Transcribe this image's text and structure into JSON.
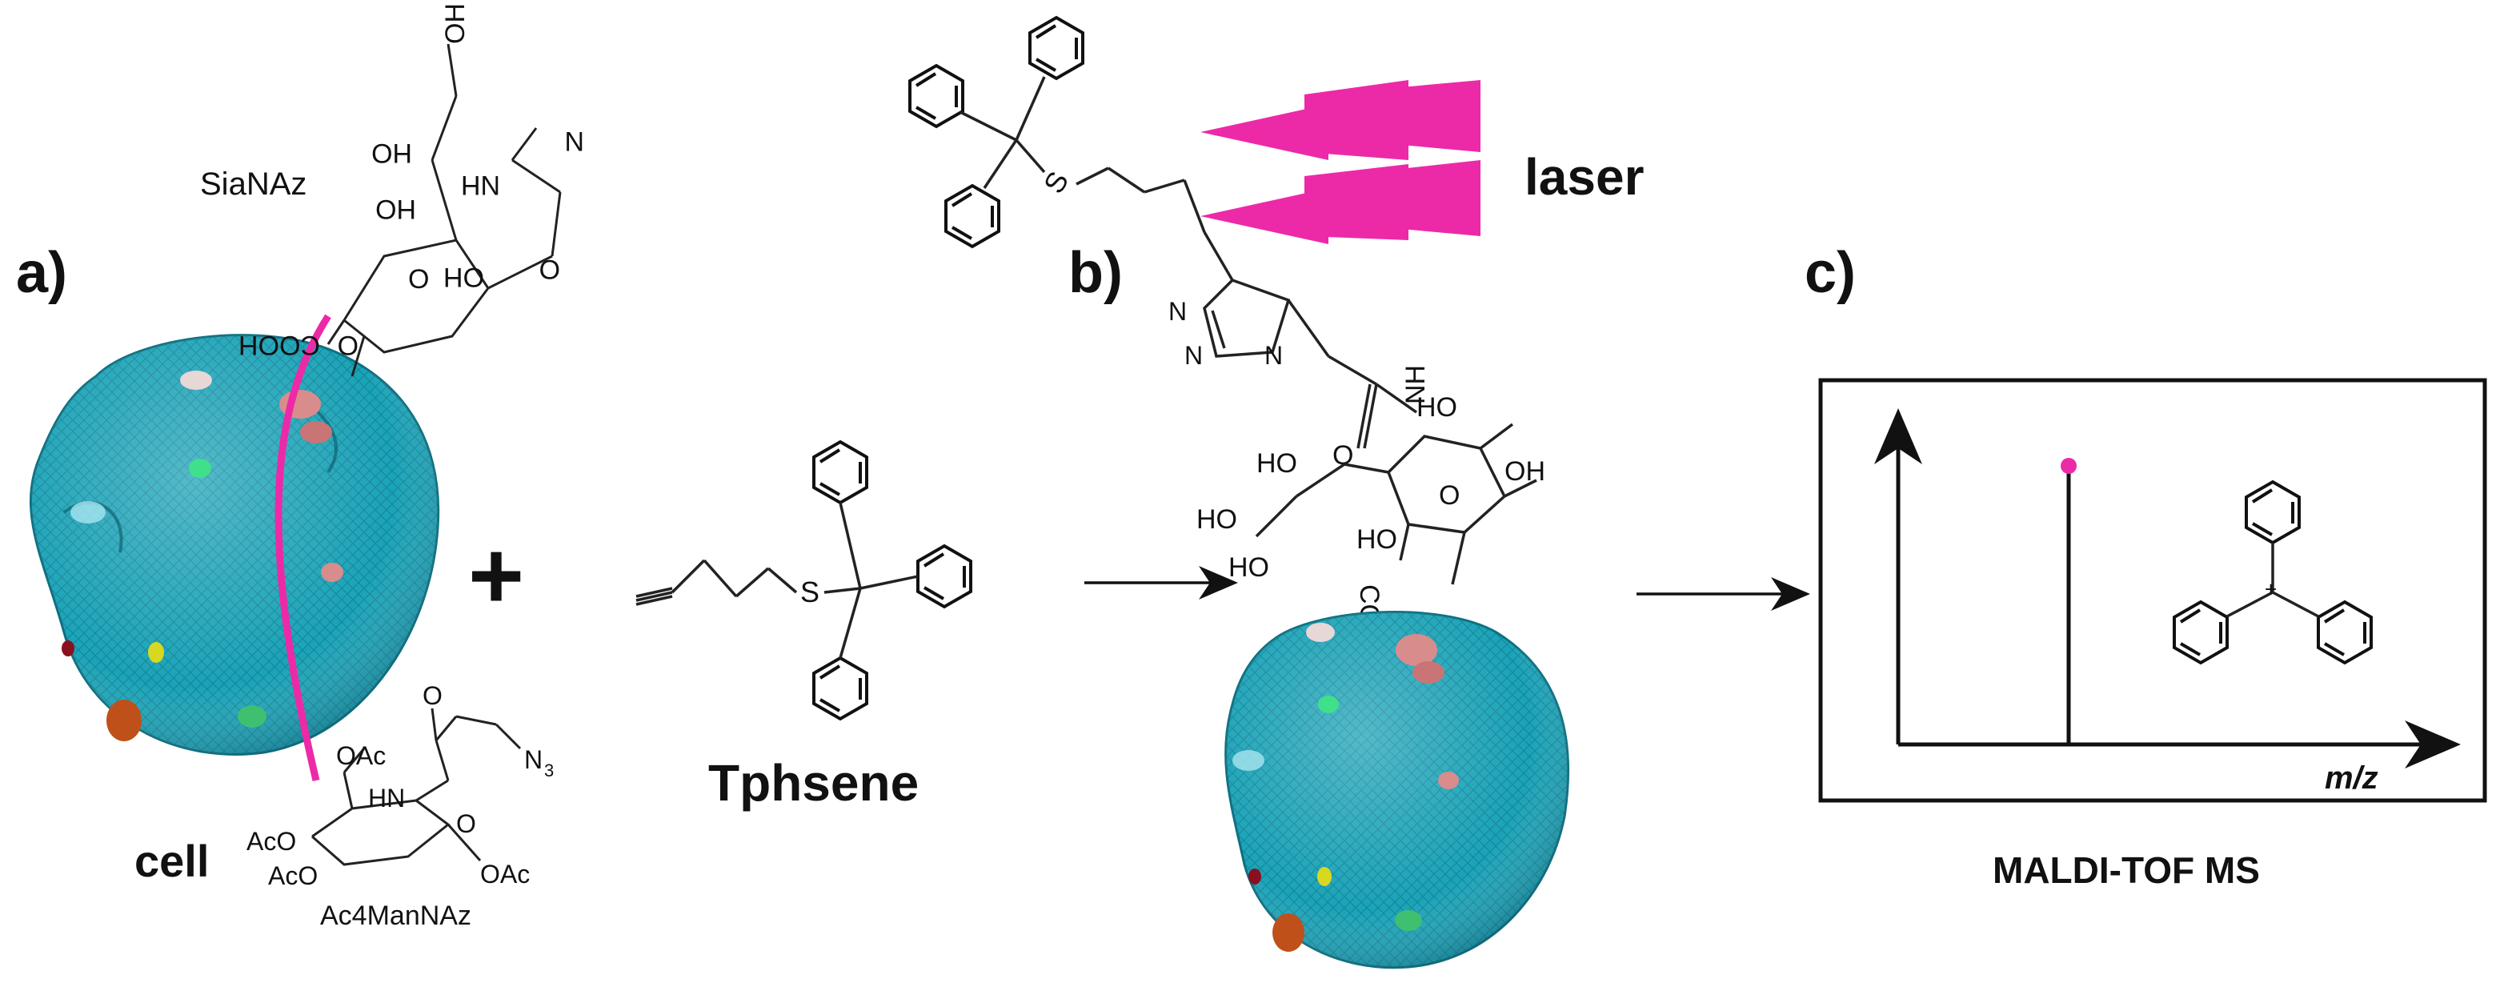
{
  "panel_labels": {
    "a": "a)",
    "b": "b)",
    "c": "c)"
  },
  "plus_sign": "+",
  "labels": {
    "sianaz": "SiaNAz",
    "cell": "cell",
    "ac4mannaz": "Ac4ManNAz",
    "tphsene": "Tphsene",
    "laser": "laser",
    "maldi": "MALDI-TOF MS",
    "mz": "m/z"
  },
  "chem_text": {
    "oh": "OH",
    "ho": "HO",
    "cooh": "COOH",
    "coo": "COO",
    "o": "O",
    "hn": "HN",
    "nh": "NH",
    "s": "S",
    "n3": "N",
    "n3_sub": "3",
    "oac": "OAc",
    "aco": "AcO",
    "n": "N",
    "plus": "+"
  },
  "colors": {
    "cell_fill": "#1aa3b8",
    "cell_mesh": "#0d6f80",
    "laser_magenta": "#ec2aa8",
    "glycan_pink": "#d98c8c",
    "ms_peak_dot": "#ec2aa8",
    "line": "#111111"
  },
  "icons": [
    "cell-sphere-icon",
    "laser-beam-icon",
    "reaction-arrow-icon",
    "mass-spectrum-icon",
    "trityl-cation-icon"
  ]
}
